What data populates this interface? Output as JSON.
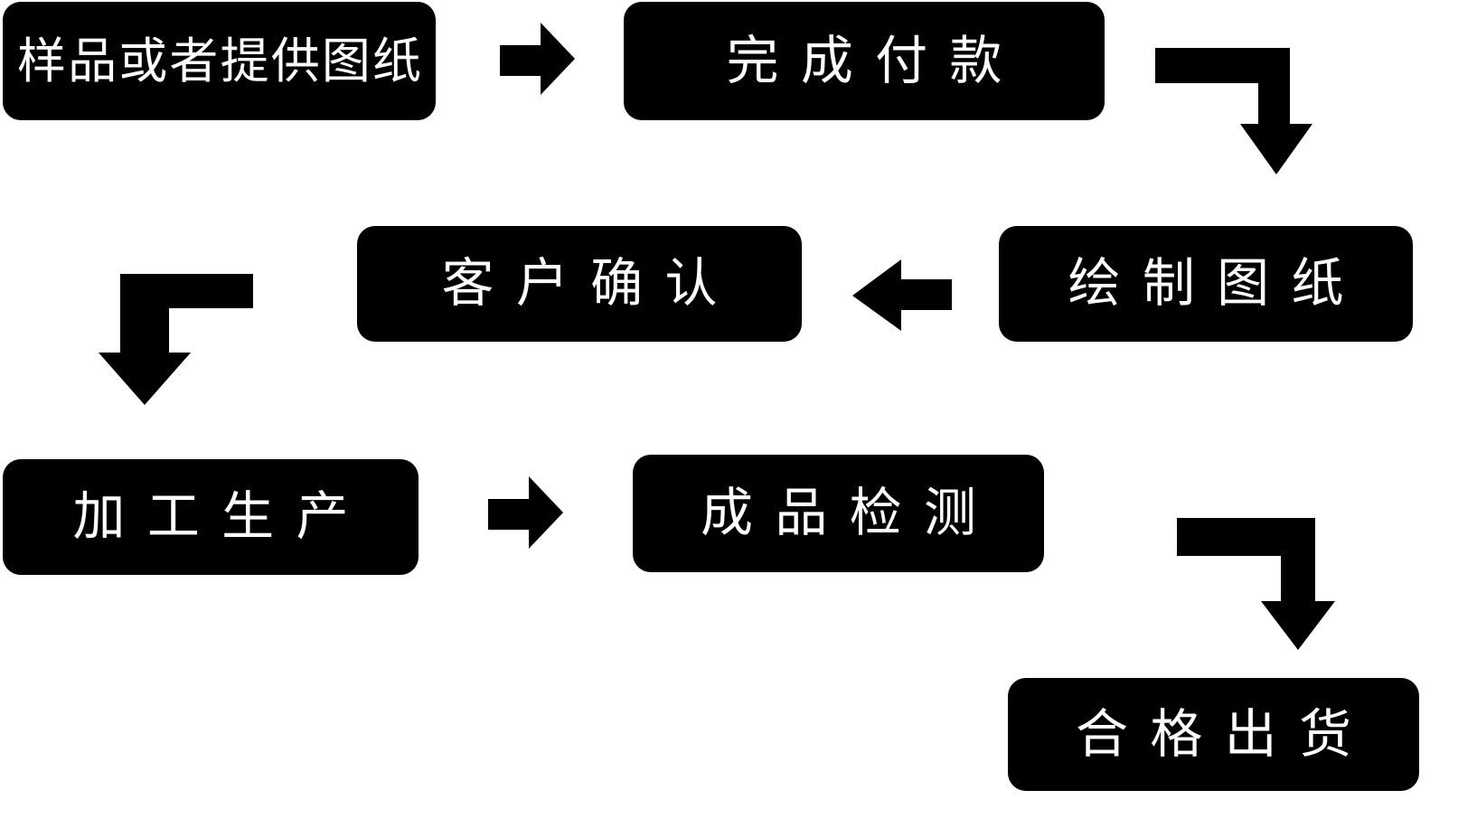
{
  "colors": {
    "background": "#ffffff",
    "node_fill": "#000000",
    "node_text": "#ffffff",
    "arrow": "#000000"
  },
  "nodes": [
    {
      "id": "sample-or-provide-drawings",
      "label": "样品或者提供图纸"
    },
    {
      "id": "complete-payment",
      "label": "完成付款"
    },
    {
      "id": "draw-drawings",
      "label": "绘制图纸"
    },
    {
      "id": "customer-confirmation",
      "label": "客户确认"
    },
    {
      "id": "processing-production",
      "label": "加工生产"
    },
    {
      "id": "finished-product-inspection",
      "label": "成品检测"
    },
    {
      "id": "qualified-shipment",
      "label": "合格出货"
    }
  ],
  "edges": [
    {
      "from": "样品或者提供图纸",
      "to": "完成付款",
      "shape": "straight-right-arrow"
    },
    {
      "from": "完成付款",
      "to": "绘制图纸",
      "shape": "elbow-right-then-down-arrow"
    },
    {
      "from": "绘制图纸",
      "to": "客户确认",
      "shape": "straight-left-arrow"
    },
    {
      "from": "客户确认",
      "to": "加工生产",
      "shape": "elbow-left-then-down-arrow"
    },
    {
      "from": "加工生产",
      "to": "成品检测",
      "shape": "straight-right-arrow"
    },
    {
      "from": "成品检测",
      "to": "合格出货",
      "shape": "elbow-right-then-down-arrow"
    }
  ]
}
